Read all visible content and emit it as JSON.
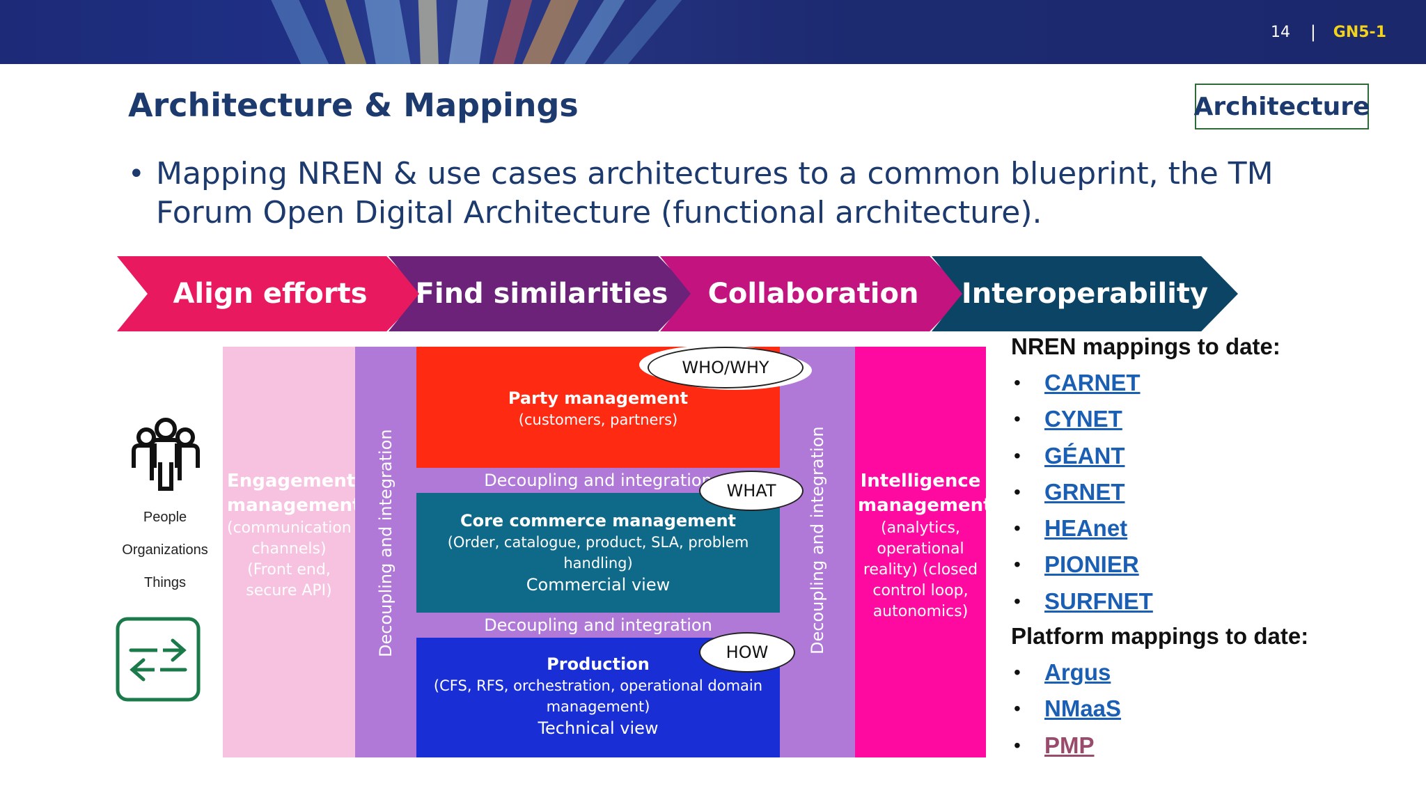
{
  "header": {
    "slide_number": "14",
    "separator": "|",
    "tag": "GN5-1"
  },
  "slide": {
    "title": "Architecture & Mappings",
    "badge": "Architecture",
    "bullet": "Mapping NREN  & use cases architectures to a common blueprint, the TM Forum Open Digital Architecture (functional architecture)."
  },
  "process": [
    {
      "label": "Align efforts",
      "color": "#e8195e"
    },
    {
      "label": "Find similarities",
      "color": "#6b2278"
    },
    {
      "label": "Collaboration",
      "color": "#c2137e"
    },
    {
      "label": "Interoperability",
      "color": "#0c4466"
    }
  ],
  "diagram": {
    "left_labels": [
      "People",
      "Organizations",
      "Things"
    ],
    "engagement": {
      "title": "Engagement management",
      "detail": "(communication channels) (Front end, secure API)"
    },
    "decoupling_vertical": "Decoupling and integration",
    "decoupling_horizontal": "Decoupling and integration",
    "party": {
      "title": "Party management",
      "detail": "(customers, partners)",
      "cloud": "WHO/WHY"
    },
    "core": {
      "title": "Core commerce management",
      "detail": "(Order, catalogue, product, SLA, problem handling)",
      "view": "Commercial view",
      "cloud": "WHAT"
    },
    "production": {
      "title": "Production",
      "detail": "(CFS, RFS, orchestration, operational domain management)",
      "view": "Technical view",
      "cloud": "HOW"
    },
    "intelligence": {
      "title": "Intelligence management",
      "detail": "(analytics, operational reality) (closed control loop, autonomics)"
    },
    "icons": [
      "people-group-icon",
      "exchange-arrows-icon"
    ]
  },
  "mappings": {
    "nren_heading": "NREN mappings to date:",
    "nren": [
      "CARNET",
      "CYNET",
      "GÉANT",
      "GRNET",
      "HEAnet",
      "PIONIER",
      "SURFNET"
    ],
    "platform_heading": "Platform mappings to date:",
    "platform": [
      "Argus",
      "NMaaS",
      "PMP"
    ],
    "bullet_char": "•"
  }
}
